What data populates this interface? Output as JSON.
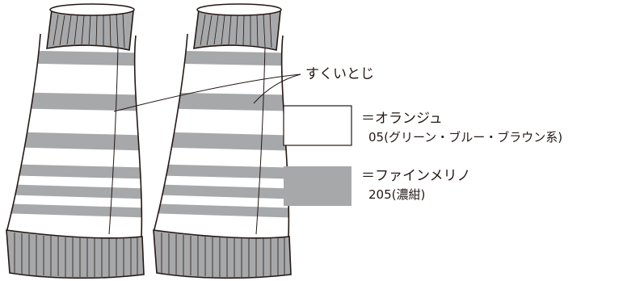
{
  "callout": {
    "text": "すくいとじ"
  },
  "legend": [
    {
      "name": "＝オランジュ",
      "code": "05(グリーン・ブルー・ブラウン系)",
      "color": "#ffffff"
    },
    {
      "name": "＝ファインメリノ",
      "code": "205(濃紺)",
      "color": "#a7a8aa"
    }
  ],
  "colors": {
    "outline": "#231815",
    "gray": "#a7a8aa",
    "white": "#ffffff"
  }
}
